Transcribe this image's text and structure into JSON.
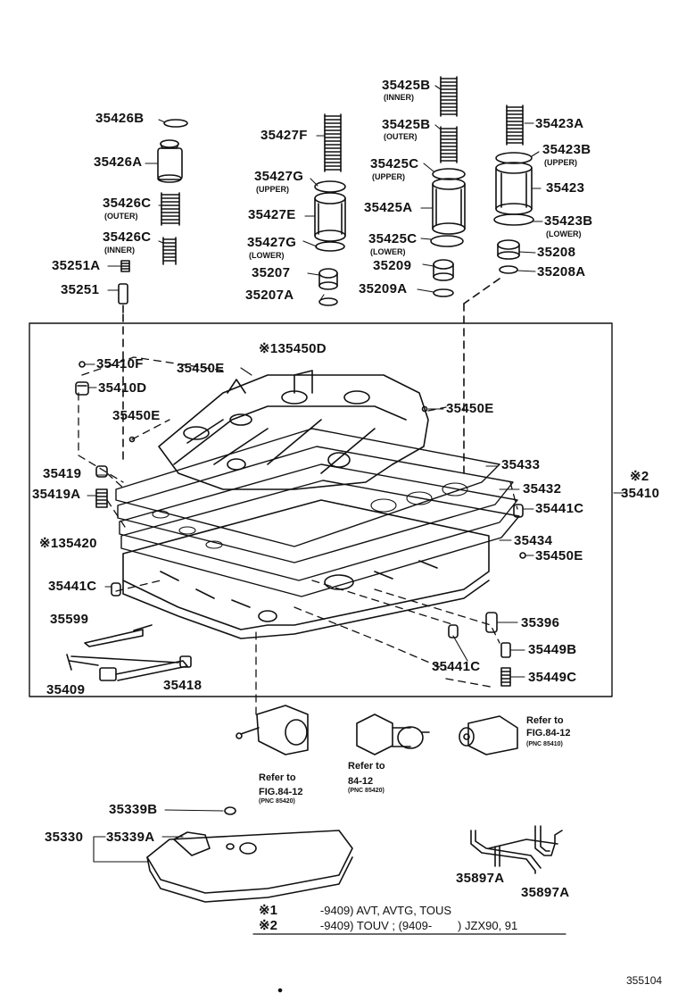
{
  "labels": {
    "p35425B_inner": "35425B",
    "p35425B_outer": "35425B",
    "p35423A": "35423A",
    "p35426B": "35426B",
    "p35427F": "35427F",
    "p35423B_upper": "35423B",
    "p35426A": "35426A",
    "p35425C_upper": "35425C",
    "p35427G_upper": "35427G",
    "p35423": "35423",
    "p35426C_outer": "35426C",
    "p35427E": "35427E",
    "p35425A": "35425A",
    "p35423B_lower": "35423B",
    "p35426C_inner": "35426C",
    "p35427G_lower": "35427G",
    "p35425C_lower": "35425C",
    "p35208": "35208",
    "p35251A": "35251A",
    "p35207": "35207",
    "p35209": "35209",
    "p35208A": "35208A",
    "p35251": "35251",
    "p35207A": "35207A",
    "p35209A": "35209A",
    "p35450D": "35450D",
    "p35410F": "35410F",
    "p35450E_a": "35450E",
    "p35410D": "35410D",
    "p35450E_b": "35450E",
    "p35450E_c": "35450E",
    "p35433": "35433",
    "p35419": "35419",
    "p35419A": "35419A",
    "p35432": "35432",
    "p35410": "35410",
    "p35441C_a": "35441C",
    "p35420": "35420",
    "p35434": "35434",
    "p35450E_d": "35450E",
    "p35441C_b": "35441C",
    "p35599": "35599",
    "p35396": "35396",
    "p35449B": "35449B",
    "p35441C_c": "35441C",
    "p35409": "35409",
    "p35418": "35418",
    "p35449C": "35449C",
    "p35339B": "35339B",
    "p35330": "35330",
    "p35339A": "35339A",
    "p35897A_a": "35897A",
    "p35897A_b": "35897A"
  },
  "sublabels": {
    "inner_1": "(INNER)",
    "outer_1": "(OUTER)",
    "upper_1": "(UPPER)",
    "upper_2": "(UPPER)",
    "upper_3": "(UPPER)",
    "outer_2": "(OUTER)",
    "lower_1": "(LOWER)",
    "inner_2": "(INNER)",
    "lower_2": "(LOWER)",
    "lower_3": "(LOWER)"
  },
  "marks": {
    "note1_mark": "※1",
    "note2_mark": "※2"
  },
  "references": {
    "ref1_line1": "Refer to",
    "ref1_line2": "FIG.84-12",
    "ref1_pnc": "(PNC 85420)",
    "ref2_line1": "Refer to",
    "ref2_line2": "84-12",
    "ref2_pnc": "(PNC 85420)",
    "ref3_line1": "Refer to",
    "ref3_line2": "FIG.84-12",
    "ref3_pnc": "(PNC 85410)"
  },
  "notes": {
    "note1_mark": "※1",
    "note1_text": "-9409) AVT, AVTG, TOUS",
    "note2_mark": "※2",
    "note2_text": "-9409) TOUV ; (9409-        ) JZX90, 91"
  },
  "diagram_id": "355104"
}
